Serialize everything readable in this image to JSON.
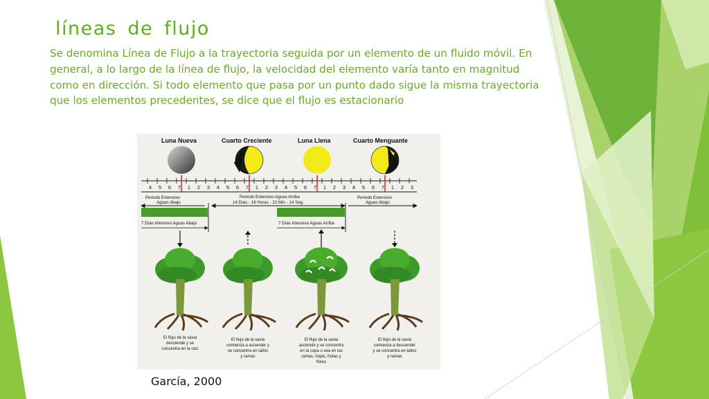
{
  "slide": {
    "title": "líneas  de  flujo",
    "body": "Se denomina Línea de Flujo a la trayectoria seguida por un elemento de un fluido móvil. En general, a lo largo de la línea de flujo, la velocidad del elemento varía tanto en magnitud como en dirección. Si todo elemento que pasa por un punto dado sigue la misma trayectoria que los elementos precedentes, se dice que el flujo es estacionario",
    "caption": "García, 2000"
  },
  "figure": {
    "phases": [
      "Luna Nueva",
      "Cuarto Creciente",
      "Luna Llena",
      "Cuarto Menguante"
    ],
    "tick_labels": [
      "4",
      "5",
      "6",
      "7",
      "1",
      "2",
      "3",
      "4",
      "5",
      "6",
      "7",
      "1",
      "2",
      "3",
      "4",
      "5",
      "6",
      "7",
      "1",
      "2",
      "3",
      "4",
      "5",
      "6",
      "7",
      "1",
      "2",
      "3"
    ],
    "periods": {
      "ext_left_1": "Periodo Extensivo",
      "ext_left_2": "Aguas Abajo",
      "ext_mid_1": "Periodo Extensivo Aguas Arriba",
      "ext_mid_2": "14 Días - 18 Horas - 22 Min - 14 Seg.",
      "ext_right_1": "Periodo Extensivo",
      "ext_right_2": "Aguas Abajo",
      "int_left": "7 Días intensivo Aguas Abajo",
      "int_mid": "7 Días intensivo Aguas Arriba"
    },
    "tree_captions": [
      [
        "El flujo de la savia",
        "desciende y se",
        "concentra en la raíz"
      ],
      [
        "El flujo de la savia",
        "comienza a ascender y",
        "se concentra en tallos",
        "y ramas"
      ],
      [
        "El flujo de la savia",
        "asciende y se concentra",
        "en la copa o sea en las",
        "ramas, hojas, frutas y",
        "flores"
      ],
      [
        "El flujo de la savia",
        "comienza a descender",
        "y se concentra en tallos",
        "y ramas"
      ]
    ]
  },
  "colors": {
    "title": "#5fae1e",
    "body": "#6aa82a",
    "green_band": "#4a9a2c",
    "moon_yellow": "#f3ea1a",
    "accent_right": "#8dc63f"
  }
}
